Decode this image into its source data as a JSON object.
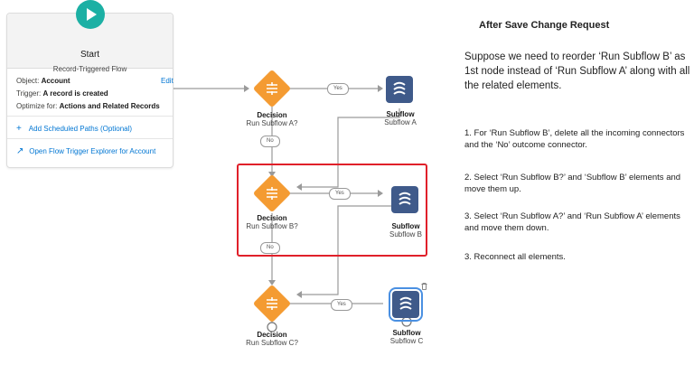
{
  "start": {
    "title": "Start",
    "subtitle": "Record-Triggered Flow",
    "object_label": "Object:",
    "object_value": "Account",
    "edit_label": "Edit",
    "trigger_label": "Trigger:",
    "trigger_value": "A record is created",
    "optimize_label": "Optimize for:",
    "optimize_value": "Actions and Related Records",
    "add_paths_label": "Add Scheduled Paths (Optional)",
    "explorer_label": "Open Flow Trigger Explorer for Account"
  },
  "nodes": {
    "decision_a": {
      "title": "Decision",
      "subtitle": "Run Subflow A?"
    },
    "decision_b": {
      "title": "Decision",
      "subtitle": "Run Subflow B?"
    },
    "decision_c": {
      "title": "Decision",
      "subtitle": "Run Subflow C?"
    },
    "subflow_a": {
      "title": "Subflow",
      "subtitle": "Subflow A"
    },
    "subflow_b": {
      "title": "Subflow",
      "subtitle": "Subflow B"
    },
    "subflow_c": {
      "title": "Subflow",
      "subtitle": "Subflow C"
    }
  },
  "connectors": {
    "yes_a": "Yes",
    "no_a": "No",
    "yes_b": "Yes",
    "no_b": "No",
    "yes_c": "Yes"
  },
  "panel": {
    "heading": "After Save Change Request",
    "intro": "Suppose we need to reorder ‘Run Subflow B’ as 1st node instead of ‘Run Subflow A’ along with all the related elements.",
    "steps": [
      "1. For ‘Run Subflow B’, delete all the incoming connectors and the ‘No’ outcome connector.",
      "2. Select ‘Run Subflow B?’ and  ‘Subflow B’ elements and move them up.",
      "3. Select ‘Run Subflow A?’ and ‘Run Subflow A’ elements and move them down.",
      "3. Reconnect all elements."
    ]
  },
  "colors": {
    "decision": "#f49b32",
    "subflow": "#3f5a8a",
    "start_play": "#1cb0a4",
    "highlight": "#e0202a",
    "link": "#0176d3"
  },
  "icons": {
    "play": "play-icon",
    "decision": "decision-icon",
    "subflow": "subflow-icon",
    "plus": "plus-icon",
    "external": "open-external-icon",
    "trash": "trash-icon"
  }
}
